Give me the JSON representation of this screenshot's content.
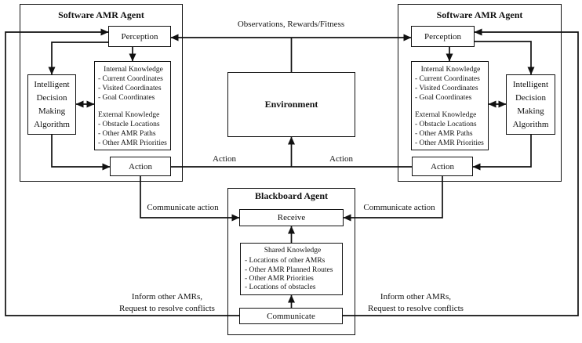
{
  "colors": {
    "line": "#111111",
    "background": "#ffffff"
  },
  "agents": {
    "left": {
      "title": "Software AMR Agent",
      "perception_label": "Perception",
      "action_label": "Action",
      "idma_lines": [
        "Intelligent",
        "Decision",
        "Making",
        "Algorithm"
      ],
      "knowledge": {
        "internal_title": "Internal Knowledge",
        "internal_items": [
          "- Current Coordinates",
          "- Visited Coordinates",
          "- Goal Coordinates"
        ],
        "external_title": "External Knowledge",
        "external_items": [
          "- Obstacle Locations",
          "- Other AMR Paths",
          "- Other AMR Priorities"
        ]
      }
    },
    "right": {
      "title": "Software AMR Agent",
      "perception_label": "Perception",
      "action_label": "Action",
      "idma_lines": [
        "Intelligent",
        "Decision",
        "Making",
        "Algorithm"
      ],
      "knowledge": {
        "internal_title": "Internal Knowledge",
        "internal_items": [
          "- Current Coordinates",
          "- Visited Coordinates",
          "- Goal Coordinates"
        ],
        "external_title": "External Knowledge",
        "external_items": [
          "- Obstacle Locations",
          "- Other AMR Paths",
          "- Other AMR Priorities"
        ]
      }
    }
  },
  "environment": {
    "label": "Environment"
  },
  "blackboard": {
    "title": "Blackboard Agent",
    "receive_label": "Receive",
    "communicate_label": "Communicate",
    "shared_knowledge": {
      "title": "Shared Knowledge",
      "items": [
        "- Locations of other AMRs",
        "- Other AMR Planned Routes",
        "- Other AMR Priorities",
        "- Locations of obstacles"
      ]
    }
  },
  "edge_labels": {
    "observations": "Observations, Rewards/Fitness",
    "action_left": "Action",
    "action_right": "Action",
    "communicate_action_left": "Communicate action",
    "communicate_action_right": "Communicate action",
    "inform_left_line1": "Inform other AMRs,",
    "inform_left_line2": "Request to resolve conflicts",
    "inform_right_line1": "Inform other AMRs,",
    "inform_right_line2": "Request to resolve conflicts"
  }
}
